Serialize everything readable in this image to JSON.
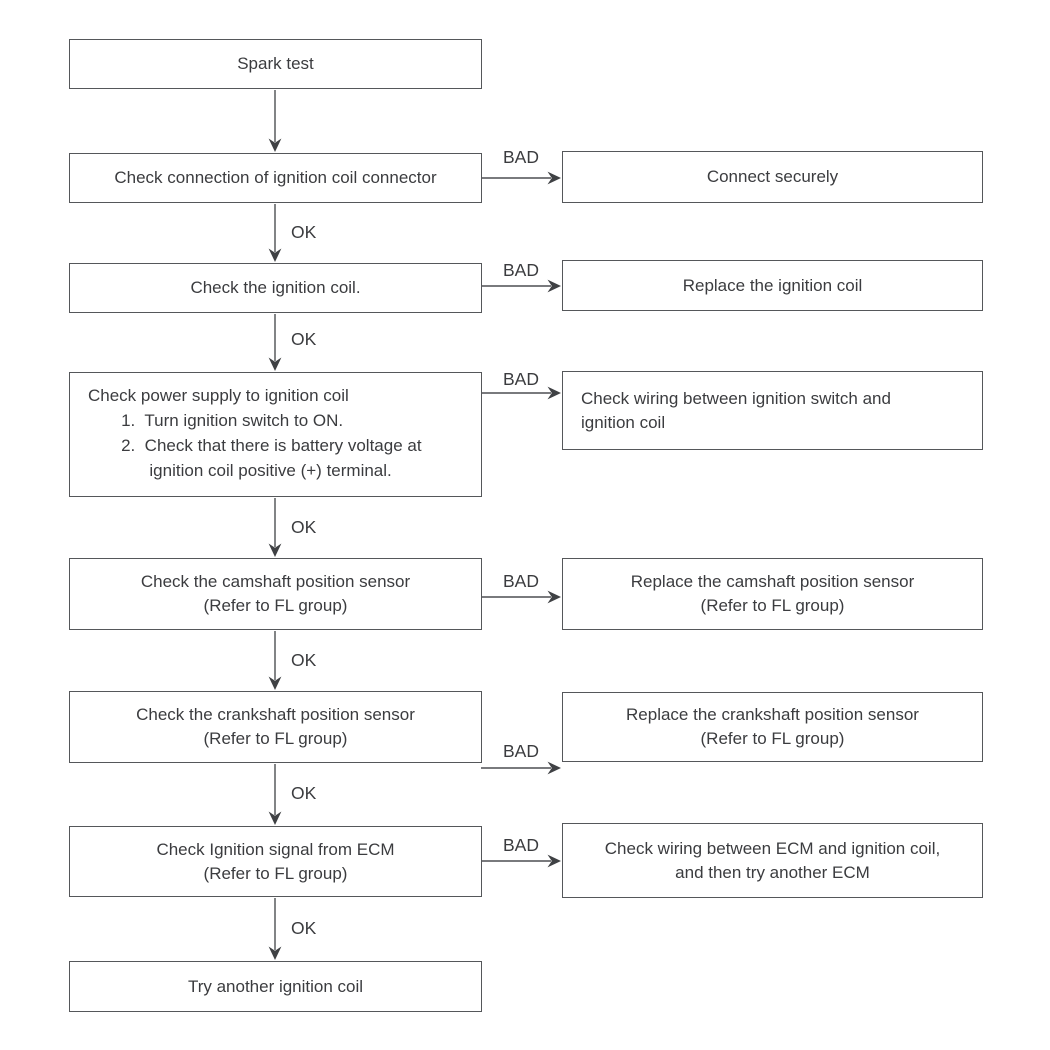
{
  "labels": {
    "ok": "OK",
    "bad": "BAD"
  },
  "nodes": {
    "spark_test": {
      "text": "Spark test"
    },
    "check_connection": {
      "text": "Check connection of ignition coil connector"
    },
    "connect_securely": {
      "text": "Connect securely"
    },
    "check_coil": {
      "text": "Check the ignition coil."
    },
    "replace_coil": {
      "text": "Replace the ignition coil"
    },
    "check_power": {
      "text": "Check power supply to ignition coil\n       1.  Turn ignition switch to ON.\n       2.  Check that there is battery voltage at\n             ignition coil positive (+) terminal."
    },
    "check_wiring_switch": {
      "text": "Check wiring between ignition switch and\nignition coil"
    },
    "check_camshaft": {
      "text": "Check the camshaft position sensor\n(Refer to FL group)"
    },
    "replace_camshaft": {
      "text": "Replace the camshaft position sensor\n(Refer to FL group)"
    },
    "check_crankshaft": {
      "text": "Check the crankshaft position sensor\n(Refer to FL group)"
    },
    "replace_crankshaft": {
      "text": "Replace the crankshaft position sensor\n(Refer to FL group)"
    },
    "check_ecm_signal": {
      "text": "Check Ignition signal from ECM\n(Refer to FL group)"
    },
    "check_wiring_ecm": {
      "text": "Check wiring between ECM and ignition coil,\nand then try another ECM"
    },
    "try_another_coil": {
      "text": "Try another ignition coil"
    }
  }
}
